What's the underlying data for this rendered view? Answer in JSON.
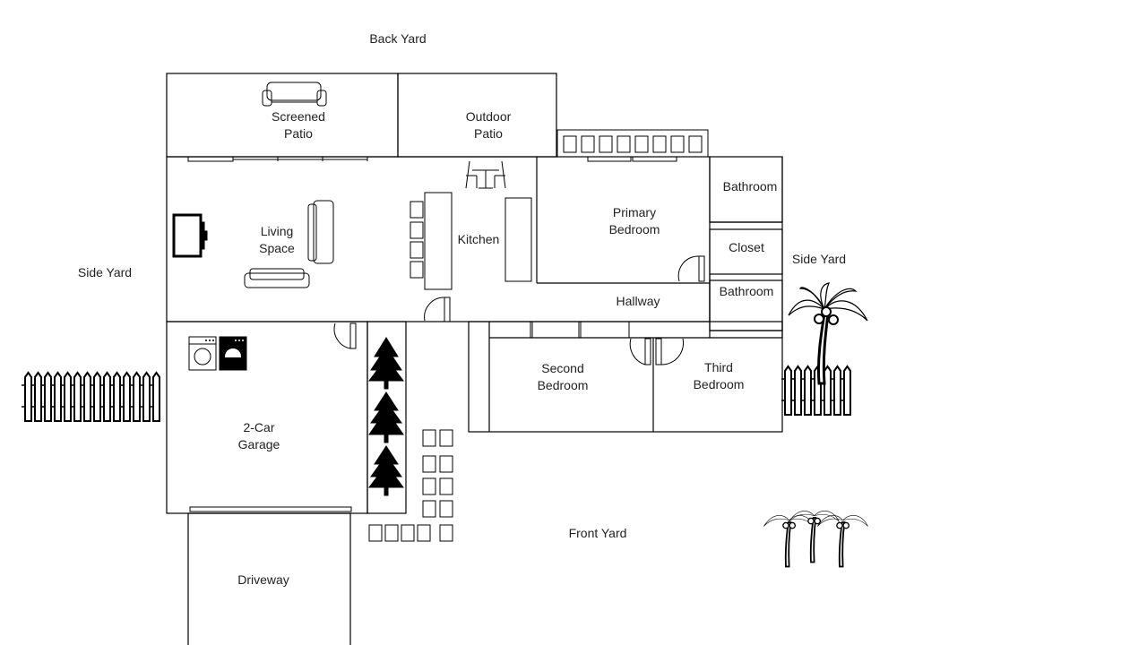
{
  "labels": {
    "back_yard": "Back Yard",
    "side_yard_left": "Side Yard",
    "side_yard_right": "Side Yard",
    "front_yard": "Front Yard",
    "screened_patio": [
      "Screened",
      "Patio"
    ],
    "outdoor_patio": [
      "Outdoor",
      "Patio"
    ],
    "living_space": [
      "Living",
      "Space"
    ],
    "kitchen": "Kitchen",
    "primary_bedroom": [
      "Primary",
      "Bedroom"
    ],
    "bathroom_top": "Bathroom",
    "closet": "Closet",
    "bathroom_bottom": "Bathroom",
    "hallway": "Hallway",
    "second_bedroom": [
      "Second",
      "Bedroom"
    ],
    "third_bedroom": [
      "Third",
      "Bedroom"
    ],
    "garage": [
      "2-Car",
      "Garage"
    ],
    "driveway": "Driveway"
  },
  "icons": [
    "sofa-icon",
    "tv-icon",
    "dining-set-icon",
    "washer-icon",
    "dryer-icon",
    "pine-tree-icon",
    "palm-tree-icon",
    "fence-icon",
    "door-swing-icon",
    "stepping-stone-icon"
  ]
}
